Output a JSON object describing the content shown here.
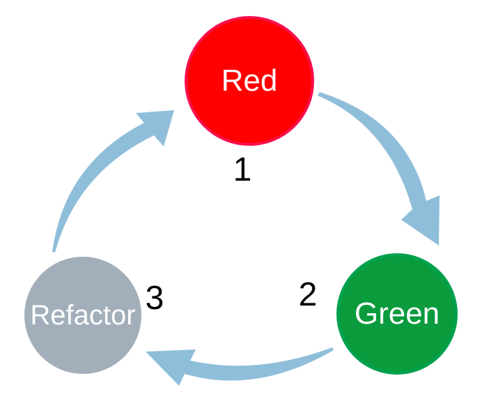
{
  "diagram": {
    "nodes": [
      {
        "id": "red",
        "label": "Red",
        "step_number": "1",
        "fill_color": "#fe0000",
        "border_color": "#fa0f4c",
        "text_color": "#ffffff"
      },
      {
        "id": "green",
        "label": "Green",
        "step_number": "2",
        "fill_color": "#0a9b3c",
        "border_color": "#00a14d",
        "text_color": "#ffffff"
      },
      {
        "id": "refactor",
        "label": "Refactor",
        "step_number": "3",
        "fill_color": "#a2afbb",
        "border_color": "#a2afbb",
        "text_color": "#ffffff"
      }
    ],
    "edges": [
      {
        "from": "red",
        "to": "green"
      },
      {
        "from": "green",
        "to": "refactor"
      },
      {
        "from": "refactor",
        "to": "red"
      }
    ],
    "arrow_color": "#8fbeda",
    "background_color": "#ffffff"
  }
}
